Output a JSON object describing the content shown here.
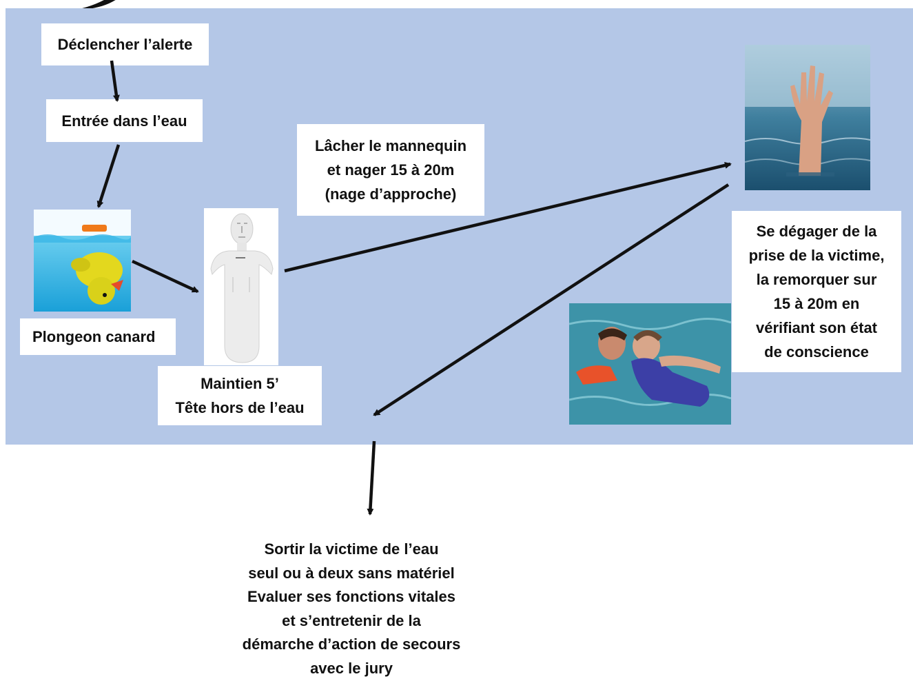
{
  "steps": {
    "alerte": "Déclencher l’alerte",
    "entree": "Entrée dans l’eau",
    "plongeon": "Plongeon canard",
    "maintien": "Maintien 5’\nTête hors de l’eau",
    "lacher": "Lâcher le mannequin\net nager 15 à 20m\n(nage d’approche)",
    "degager": "Se dégager de la\nprise de la victime,\nla remorquer sur\n15 à 20m en\nvérifiant son état\nde conscience",
    "sortir": "Sortir la victime de l’eau\nseul ou à deux sans matériel\nEvaluer ses fonctions vitales\net s’entretenir de la\ndémarche d’action de secours\navec le jury"
  },
  "images": {
    "duck": "rubber-duck-underwater-photo",
    "mannequin": "rescue-mannequin-photo",
    "hand": "drowning-hand-photo",
    "towing": "victim-towing-photo"
  },
  "colors": {
    "panel": "#b4c7e7",
    "box": "#ffffff",
    "arrow": "#111111"
  }
}
